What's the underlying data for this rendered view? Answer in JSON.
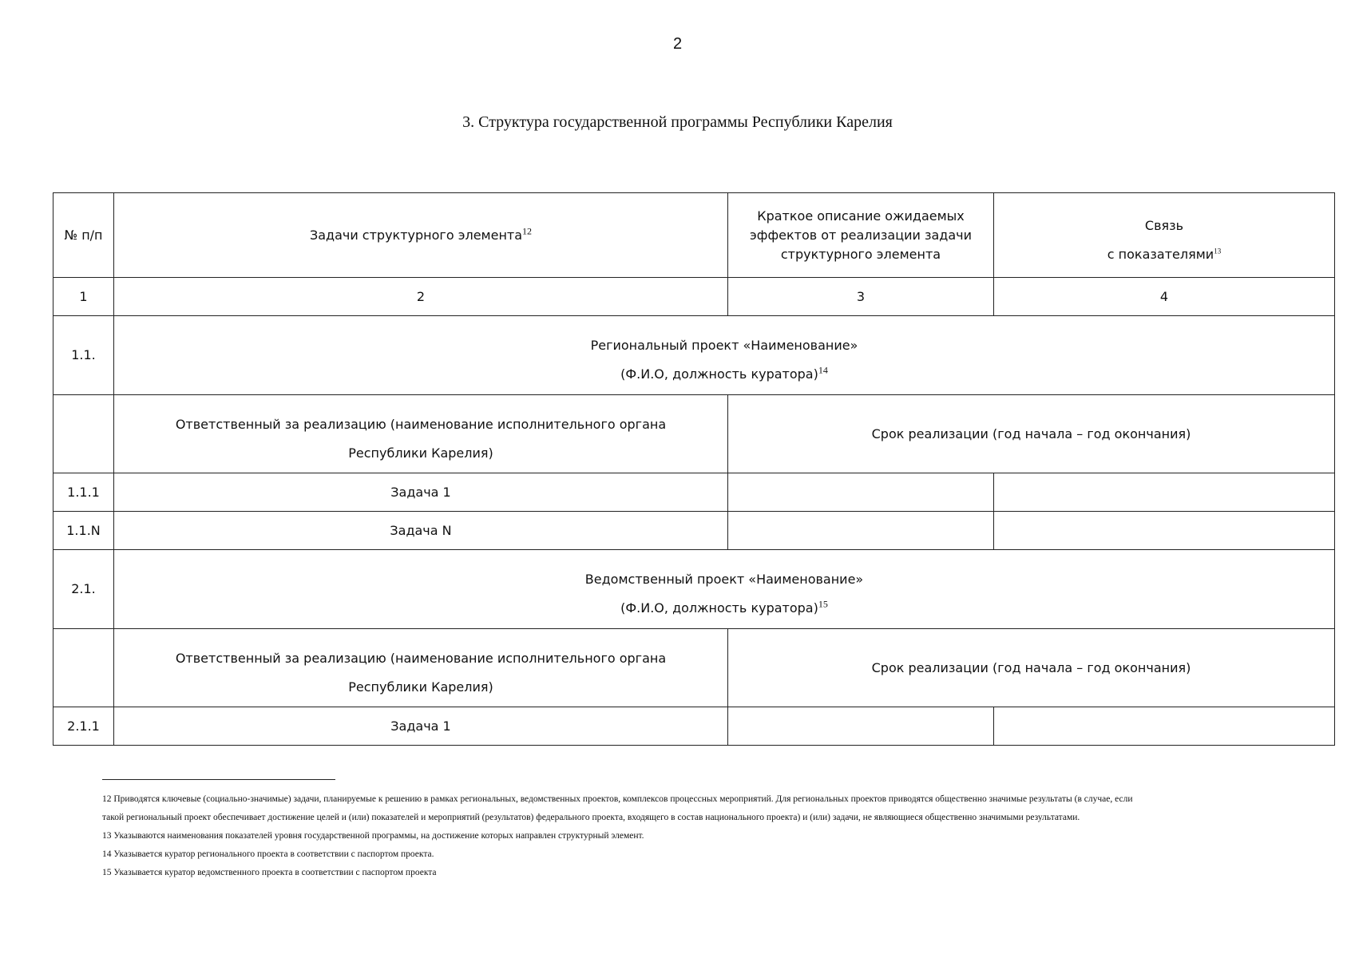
{
  "page_number": "2",
  "title": "3. Структура государственной программы Республики Карелия",
  "table": {
    "headers": {
      "col1": "№ п/п",
      "col2": "Задачи структурного элемента",
      "col2_fn": "12",
      "col3_line1": "Краткое описание ожидаемых",
      "col3_line2": "эффектов от реализации задачи",
      "col3_line3": "структурного элемента",
      "col4_line1": "Связь",
      "col4_line2": "с показателями",
      "col4_fn": "13"
    },
    "column_numbers": [
      "1",
      "2",
      "3",
      "4"
    ],
    "sections": [
      {
        "number": "1.1.",
        "project_title": "Региональный проект «Наименование»",
        "curator": "(Ф.И.О, должность куратора)",
        "curator_fn": "14",
        "responsible_line1": "Ответственный за реализацию (наименование исполнительного органа",
        "responsible_line2": "Республики Карелия)",
        "term": "Срок реализации (год начала – год окончания)",
        "tasks": [
          {
            "number": "1.1.1",
            "name": "Задача 1"
          },
          {
            "number": "1.1.N",
            "name": "Задача N"
          }
        ]
      },
      {
        "number": "2.1.",
        "project_title": "Ведомственный проект «Наименование»",
        "curator": "(Ф.И.О, должность куратора)",
        "curator_fn": "15",
        "responsible_line1": "Ответственный за реализацию (наименование исполнительного органа",
        "responsible_line2": "Республики Карелия)",
        "term": "Срок реализации (год начала – год окончания)",
        "tasks": [
          {
            "number": "2.1.1",
            "name": "Задача 1"
          }
        ]
      }
    ]
  },
  "footnotes": [
    "12 Приводятся ключевые (социально-значимые) задачи, планируемые к решению в рамках региональных, ведомственных проектов, комплексов процессных мероприятий. Для региональных проектов приводятся общественно значимые результаты (в случае, если",
    "такой региональный проект обеспечивает достижение целей и (или) показателей и мероприятий (результатов) федерального проекта, входящего в состав национального проекта) и (или) задачи, не являющиеся общественно значимыми результатами.",
    "13 Указываются наименования показателей уровня государственной программы, на достижение которых направлен структурный элемент.",
    "14 Указывается куратор регионального проекта в соответствии с паспортом проекта.",
    "15 Указывается куратор ведомственного проекта в соответствии с паспортом проекта"
  ]
}
